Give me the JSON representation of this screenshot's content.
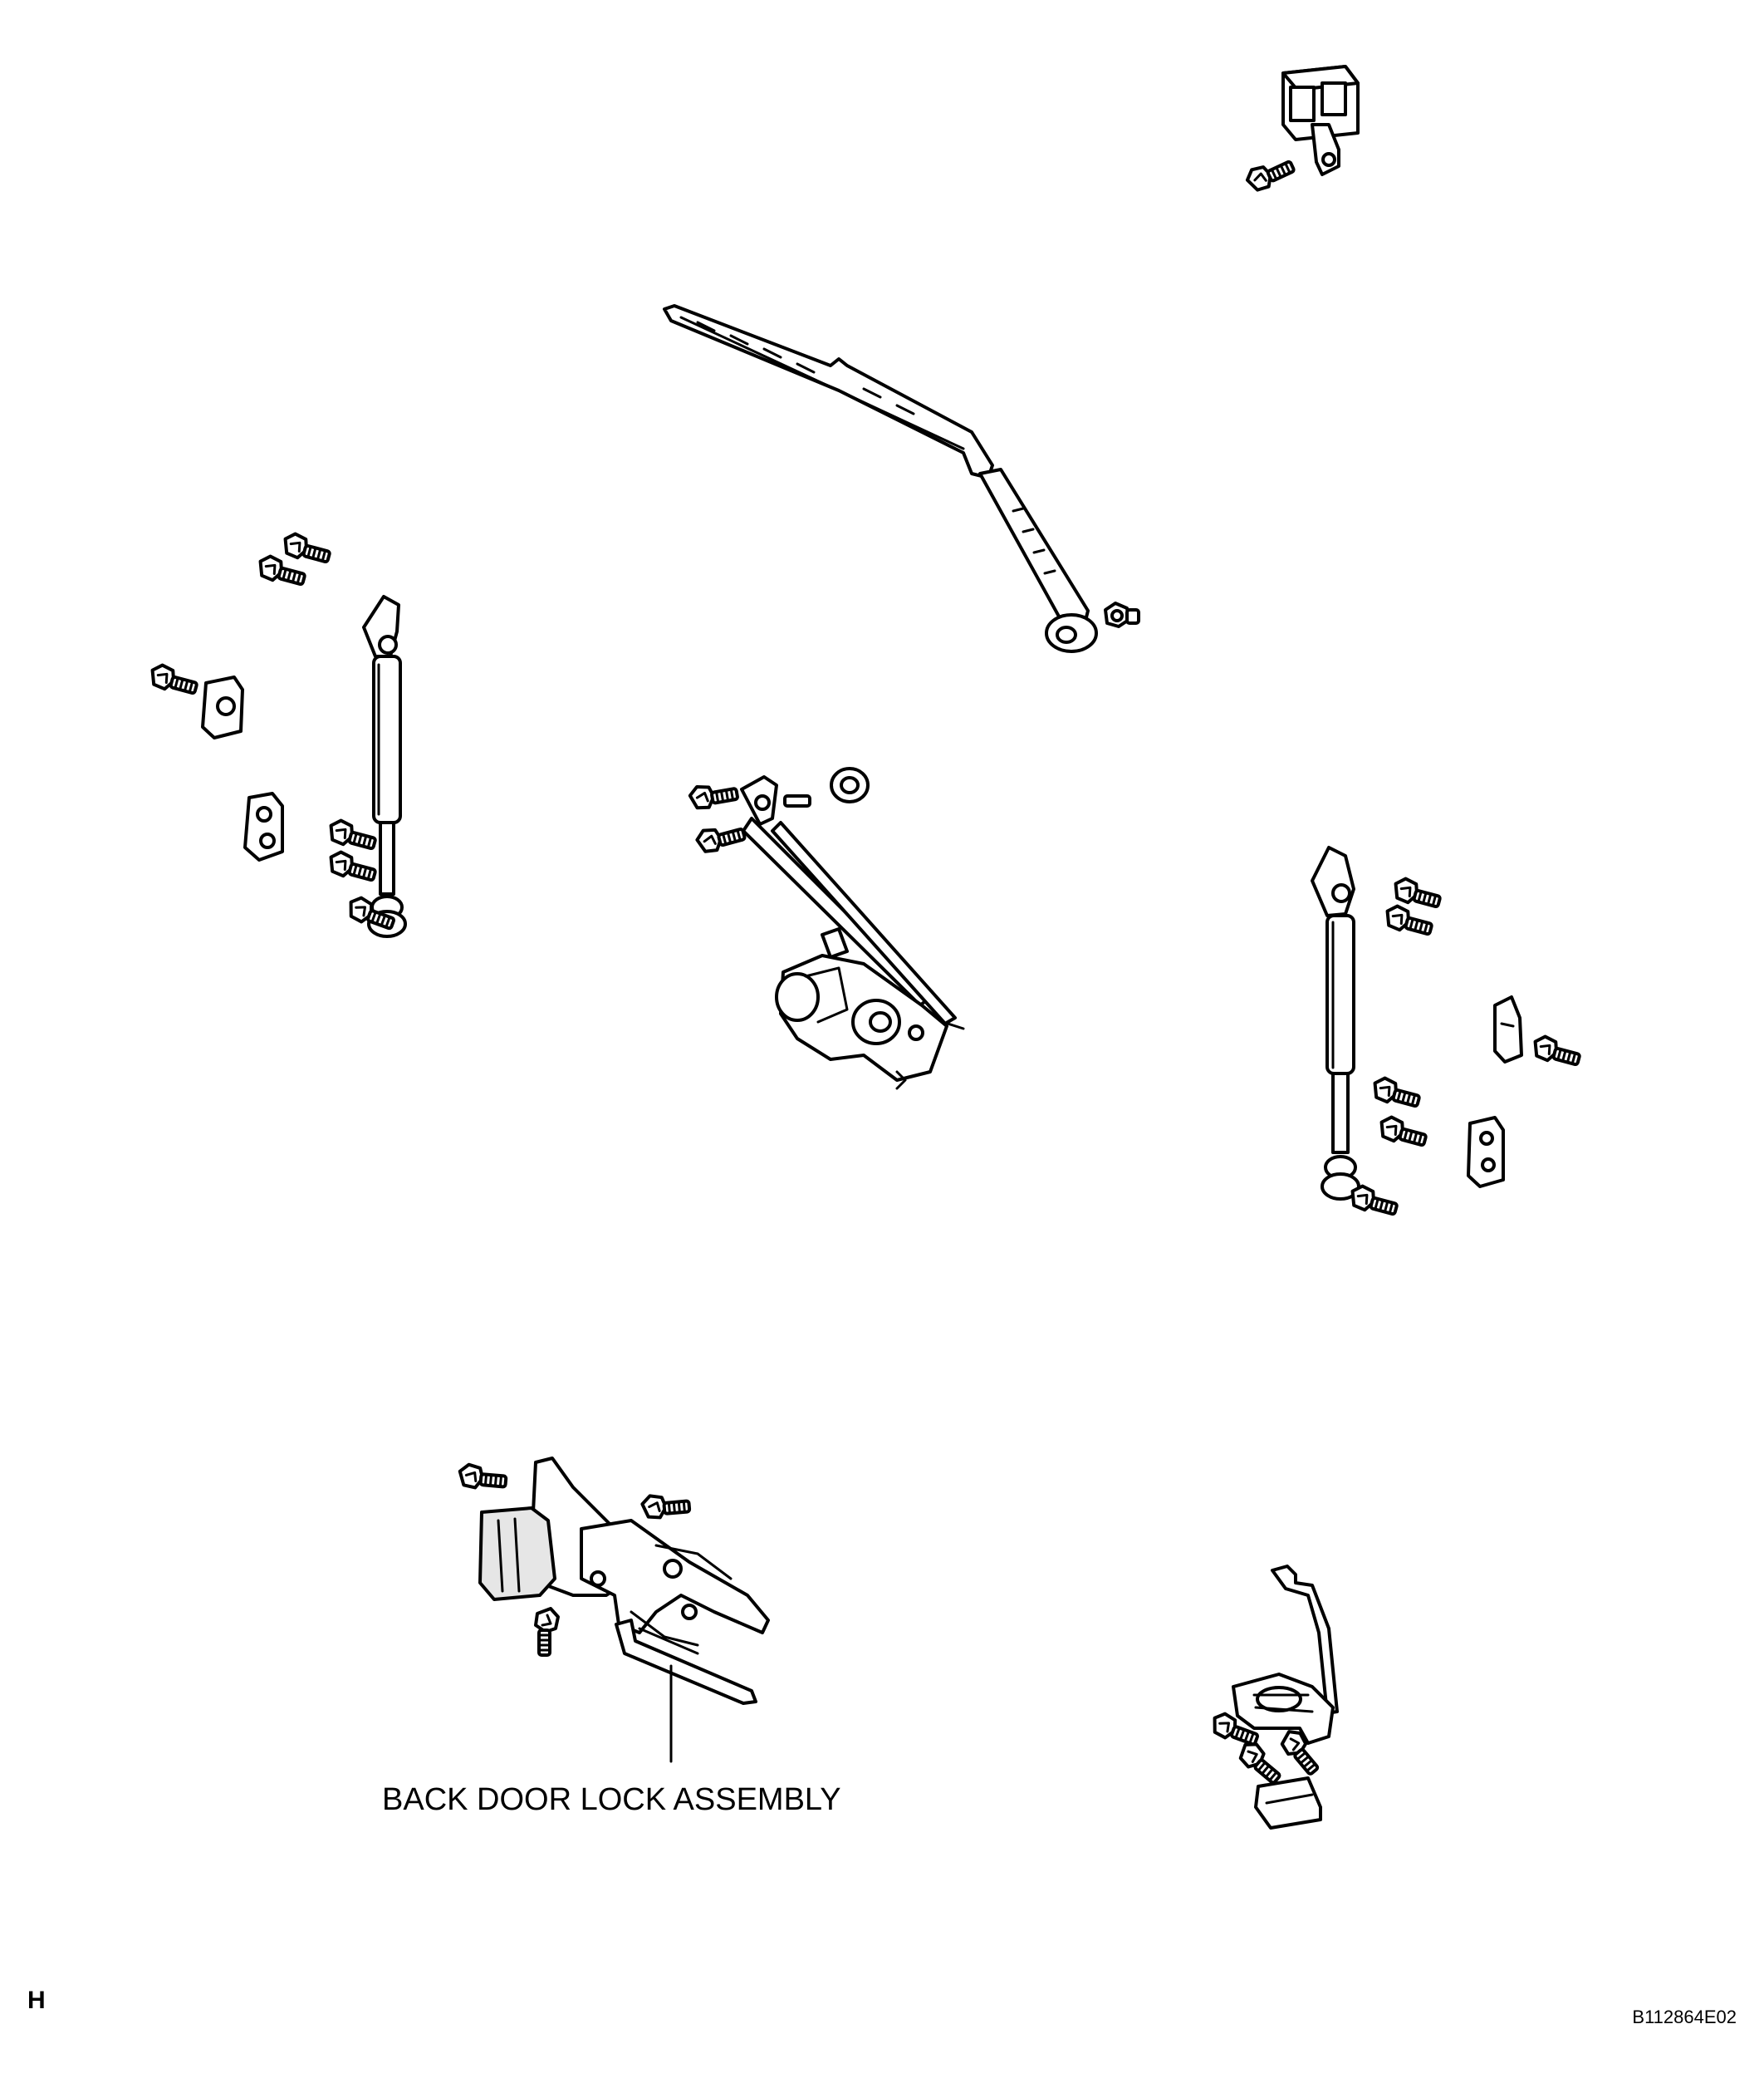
{
  "labels": {
    "callout": "BACK DOOR LOCK ASSEMBLY",
    "corner_mark": "H",
    "figure_code": "B112864E02"
  },
  "components": [
    "rear-wiper-relay-icon",
    "rear-wiper-arm-and-blade-icon",
    "left-back-door-stay-icon",
    "rear-wiper-motor-icon",
    "right-back-door-stay-icon",
    "back-door-lock-assembly-icon",
    "back-door-lock-striker-icon"
  ]
}
